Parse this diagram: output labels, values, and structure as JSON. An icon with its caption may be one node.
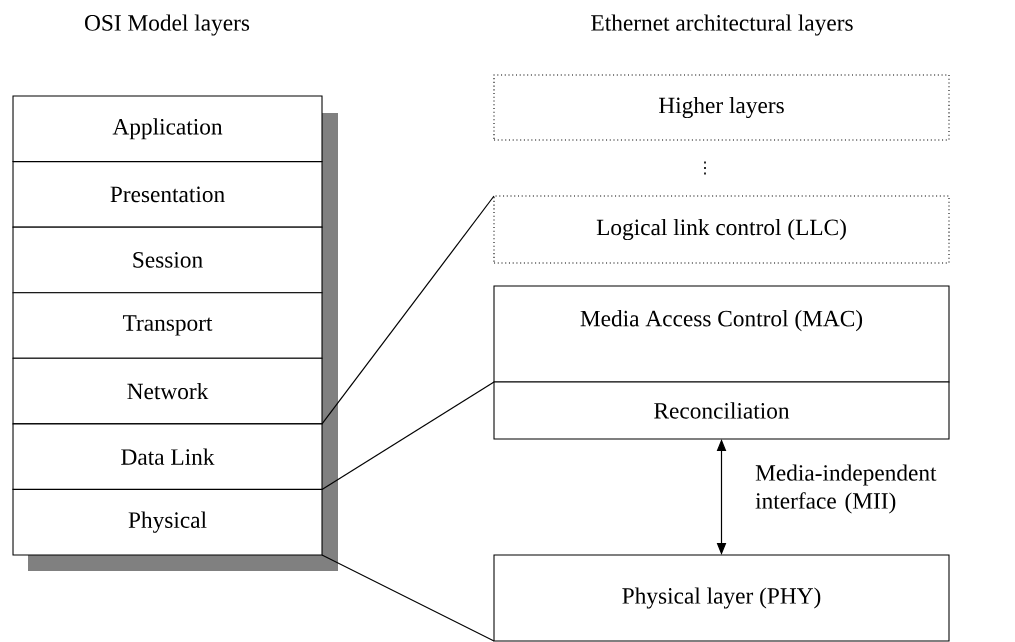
{
  "diagram": {
    "nodes": [
      {
        "text": [
          "Application"
        ]
      },
      {
        "text": [
          "Presentation"
        ]
      },
      {
        "text": [
          "Session"
        ]
      },
      {
        "text": [
          "Transport"
        ]
      },
      {
        "text": [
          "Network"
        ]
      },
      {
        "text": [
          "Data Link"
        ]
      },
      {
        "text": [
          "Physical"
        ]
      },
      {
        "text": [
          "Higher layers"
        ]
      },
      {
        "text": [
          "Logical link control (LLC)"
        ]
      },
      {
        "text": [
          "Media Access Control (MAC)"
        ]
      },
      {
        "text": [
          "Reconciliation"
        ]
      },
      {
        "text": [
          "Physical layer (PHY)"
        ]
      }
    ],
    "edges": [
      {
        "from": 5,
        "to": 8,
        "arrow": "none"
      },
      {
        "from": 6,
        "to": 10,
        "arrow": "none"
      },
      {
        "from": 6,
        "to": 11,
        "arrow": "none"
      },
      {
        "from": 10,
        "to": 11,
        "arrow": "both",
        "label": "Media-independent interface (MII)"
      }
    ],
    "labels": [
      "OSI Model layers",
      "Ethernet architectural layers",
      "⋮"
    ]
  }
}
